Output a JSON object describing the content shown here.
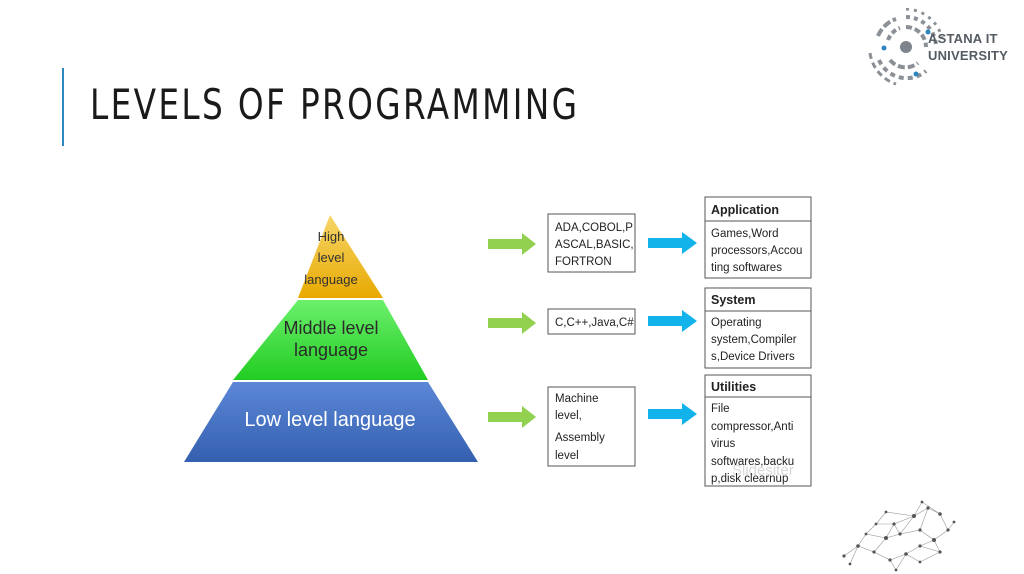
{
  "slide": {
    "title": "LEVELS OF PROGRAMMING"
  },
  "logo": {
    "line1": "ASTANA IT",
    "line2": "UNIVERSITY"
  },
  "pyramid": {
    "top_lines": [
      "High",
      "level",
      "language"
    ],
    "middle_lines": [
      "Middle level",
      "language"
    ],
    "bottom_lines": [
      "Low level language"
    ]
  },
  "languages": {
    "high_lines": [
      "ADA,COBOL,P",
      "ASCAL,BASIC,",
      "FORTRON"
    ],
    "middle_lines": [
      "C,C++,Java,C#"
    ],
    "low_lines": [
      "Machine",
      "level,",
      "Assembly",
      "level"
    ]
  },
  "uses": {
    "application": {
      "heading": "Application",
      "lines": [
        "Games,Word",
        "processors,Accou",
        "ting softwares"
      ]
    },
    "system": {
      "heading": "System",
      "lines": [
        "Operating",
        "system,Compiler",
        "s,Device Drivers"
      ]
    },
    "utilities": {
      "heading": "Utilities",
      "lines": [
        "File",
        "compressor,Anti",
        "virus",
        "softwares,backu",
        "p,disk clearnup"
      ]
    }
  },
  "watermark": "Slidesiter",
  "colors": {
    "pyramid_top": "#f2c12e",
    "pyramid_middle": "#35e035",
    "pyramid_bottom": "#3f6fc0",
    "green_arrow": "#92d050",
    "blue_arrow": "#12b3ea",
    "accent": "#2e86c1"
  }
}
